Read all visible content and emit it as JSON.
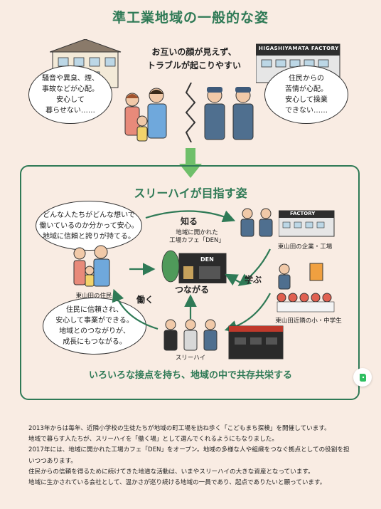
{
  "top": {
    "title": "準工業地域の一般的な姿",
    "headline": [
      "お互いの顔が見えず、",
      "トラブルが起こりやすい"
    ],
    "resident_bubble": [
      "騒音や異臭、煙、",
      "事故などが心配。",
      "安心して",
      "暮らせない……"
    ],
    "factory_bubble": [
      "住民からの",
      "苦情が心配。",
      "安心して操業",
      "できない……"
    ],
    "factory_sign": "HIGASHIYAMATA FACTORY"
  },
  "vision": {
    "title": "スリーハイが目指す姿",
    "resident_bubble": [
      "どんな人たちがどんな想いで",
      "働いているのか分かって安心。",
      "地域に信頼と誇りが持てる。"
    ],
    "company_bubble": [
      "住民に信頼され、",
      "安心して事業ができる。",
      "地域とのつながりが、",
      "成長にもつながる。"
    ],
    "cafe_caption": [
      "地域に開かれた",
      "工場カフェ「DEN」"
    ],
    "cafe_sign": "DEN",
    "center_label": "つながる",
    "arrow_know": "知る",
    "arrow_learn": "学ぶ",
    "arrow_work": "働く",
    "label_residents": "東山田の住民",
    "label_companies": "東山田の企業・工場",
    "label_schools": "東山田近隣の小・中学生",
    "label_threehigh": "スリーハイ",
    "factory_sign": "FACTORY",
    "slogan": "いろいろな接点を持ち、地域の中で共存共栄する"
  },
  "footer": [
    "2013年からは毎年、近隣小学校の生徒たちが地域の町工場を訪ね歩く「こどもまち探検」を開催しています。",
    "地域で暮らす人たちが、スリーハイを「働く場」として選んでくれるようにもなりました。",
    "2017年には、地域に開かれた工場カフェ「DEN」をオープン。地域の多様な人や組織をつなぐ拠点としての役割を担",
    "いつつあります。",
    "住民からの信頼を得るために続けてきた地道な活動は、いまやスリーハイの大きな資産となっています。",
    "地域に生かされている会社として、温かさが巡り続ける地域の一員であり、起点でありたいと願っています。"
  ],
  "colors": {
    "accent": "#2f7a56",
    "arrow": "#6fbf6a",
    "background": "#f9ece3"
  },
  "icons": {
    "evernote": "evernote-icon"
  }
}
